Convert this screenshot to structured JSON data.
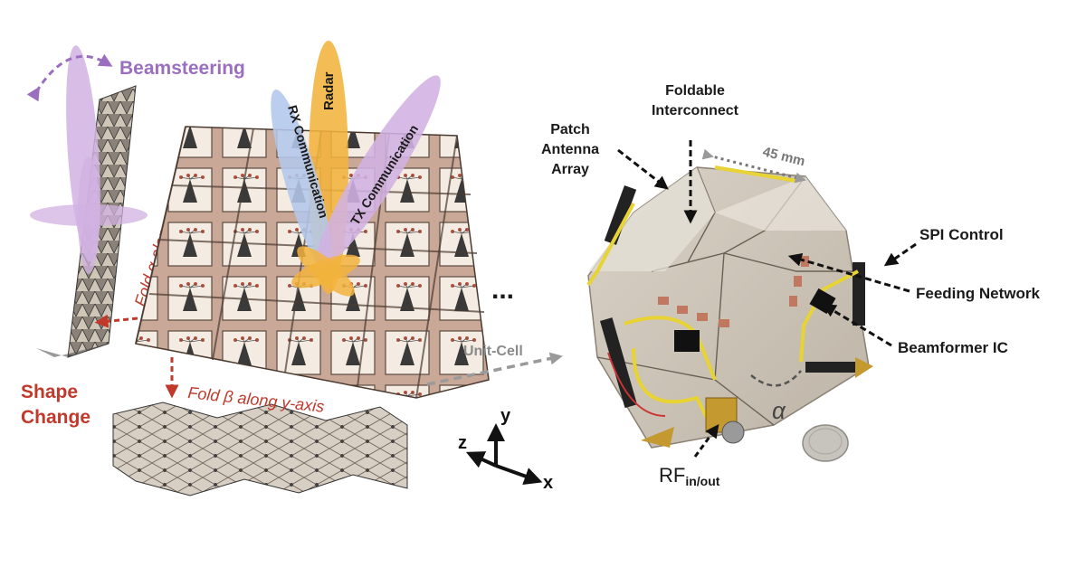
{
  "labels": {
    "beamsteering": "Beamsteering",
    "fold_alpha": "Fold α along x-axis",
    "fold_beta": "Fold β along y-axis",
    "shape_change_line1": "Shape",
    "shape_change_line2": "Change",
    "radar": "Radar",
    "rx_communication": "RX Communication",
    "tx_communication": "TX Communication",
    "ellipsis": "...",
    "unit_cell": "Unit-Cell",
    "patch_line1": "Patch",
    "patch_line2": "Antenna",
    "patch_line3": "Array",
    "foldable_line1": "Foldable",
    "foldable_line2": "Interconnect",
    "dimension": "45 mm",
    "spi_control": "SPI Control",
    "feeding_network": "Feeding Network",
    "beamformer_ic": "Beamformer IC",
    "alpha_symbol": "α",
    "rf_main": "RF",
    "rf_sub": "in/out",
    "axis_x": "x",
    "axis_y": "y",
    "axis_z": "z"
  },
  "colors": {
    "beamsteering": "#9b6fc0",
    "shape_change": "#c0392b",
    "radar_beam": "#f2b33d",
    "rx_beam": "#b3c7ea",
    "tx_beam": "#d1b2e2",
    "tile": "#c9a898",
    "tile_face": "#f4ece2",
    "unit_cell_arrow": "#9a9a9a",
    "text_dark": "#1a1a1a"
  }
}
